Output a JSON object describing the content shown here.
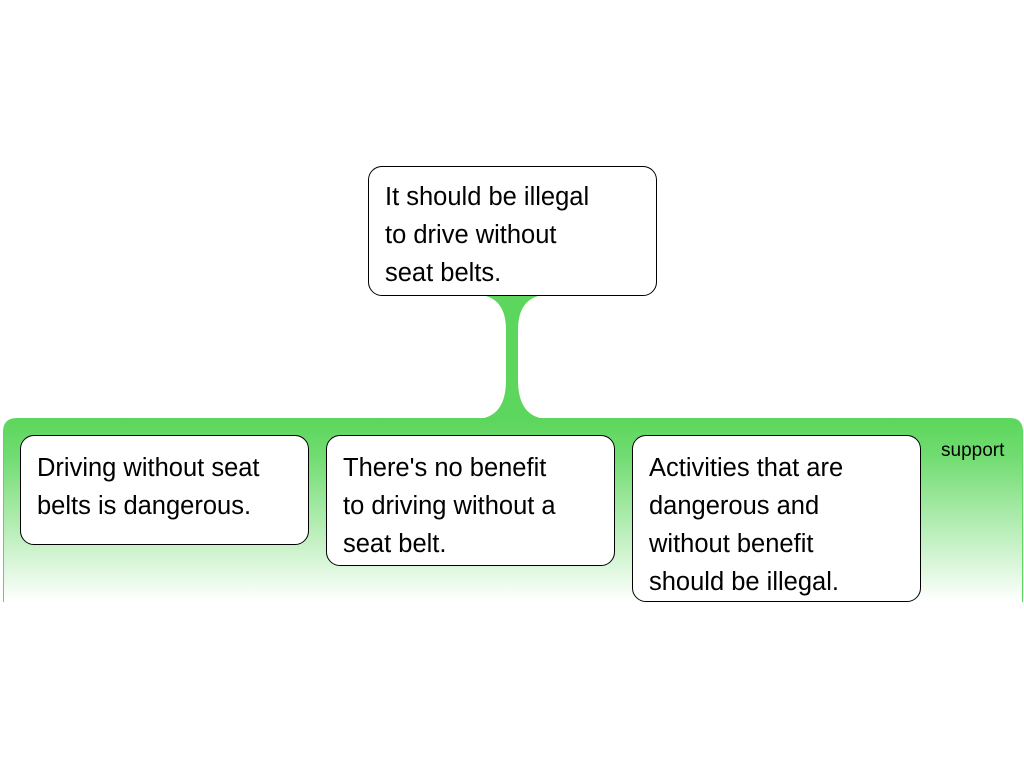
{
  "claim": {
    "lines": [
      "It should be illegal",
      "to drive without",
      "seat belts."
    ]
  },
  "support_group": {
    "label": "support",
    "premises": [
      {
        "lines": [
          "Driving without seat",
          "belts is dangerous."
        ]
      },
      {
        "lines": [
          "There's no benefit",
          "to driving without a",
          "seat belt."
        ]
      },
      {
        "lines": [
          "Activities that are",
          "dangerous and",
          "without benefit",
          "should be illegal."
        ]
      }
    ]
  },
  "colors": {
    "support_green": "#5cd65c",
    "support_fade": "#ffffff",
    "box_border": "#000000",
    "box_fill": "#ffffff"
  }
}
